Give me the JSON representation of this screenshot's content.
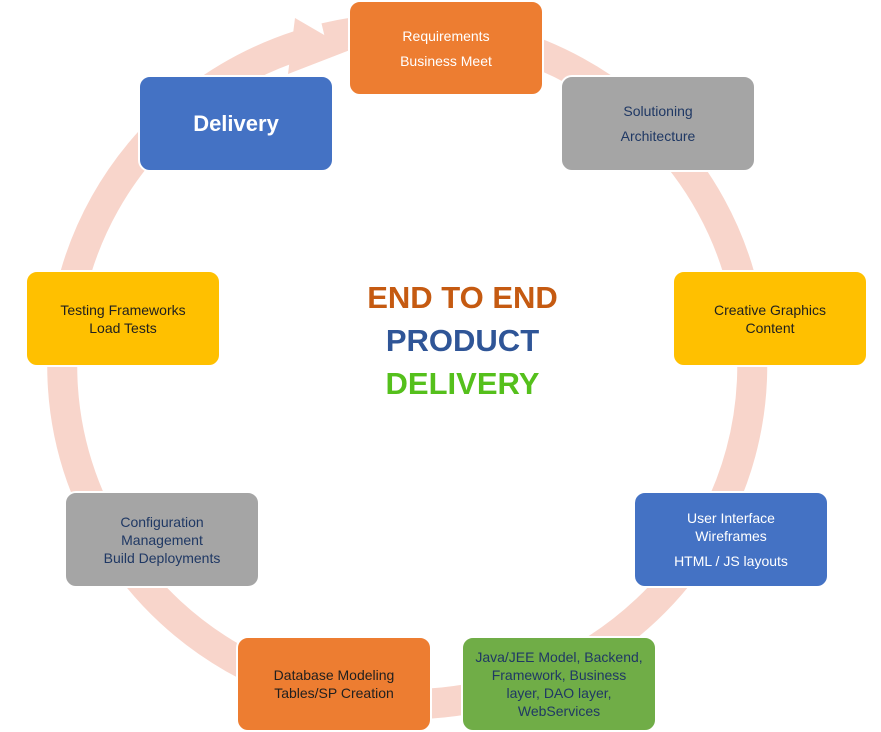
{
  "center_title": {
    "line1": "END TO END",
    "line2": "PRODUCT",
    "line3": "DELIVERY",
    "line1_color": "#c55a11",
    "line2_color": "#2f5597",
    "line3_color": "#55c01c"
  },
  "ring_color": "#f8d5cb",
  "steps": {
    "requirements": {
      "lines": [
        "Requirements",
        "Business Meet"
      ],
      "color": "#ed7d31"
    },
    "solutioning": {
      "lines": [
        "Solutioning",
        "Architecture"
      ],
      "color": "#a5a5a5"
    },
    "creative": {
      "lines": [
        "Creative Graphics",
        "Content"
      ],
      "color": "#ffc000"
    },
    "ui": {
      "lines": [
        "User Interface",
        "Wireframes",
        "HTML / JS layouts"
      ],
      "color": "#4472c4"
    },
    "java": {
      "lines": [
        "Java/JEE Model, Backend,",
        "Framework, Business",
        "layer, DAO layer,",
        "WebServices"
      ],
      "color": "#70ad47"
    },
    "database": {
      "lines": [
        "Database Modeling",
        "Tables/SP Creation"
      ],
      "color": "#ed7d31"
    },
    "config": {
      "lines": [
        "Configuration",
        "Management",
        "Build Deployments"
      ],
      "color": "#a5a5a5"
    },
    "testing": {
      "lines": [
        "Testing Frameworks",
        "Load Tests"
      ],
      "color": "#ffc000"
    },
    "delivery": {
      "lines": [
        "Delivery"
      ],
      "color": "#4472c4"
    }
  }
}
